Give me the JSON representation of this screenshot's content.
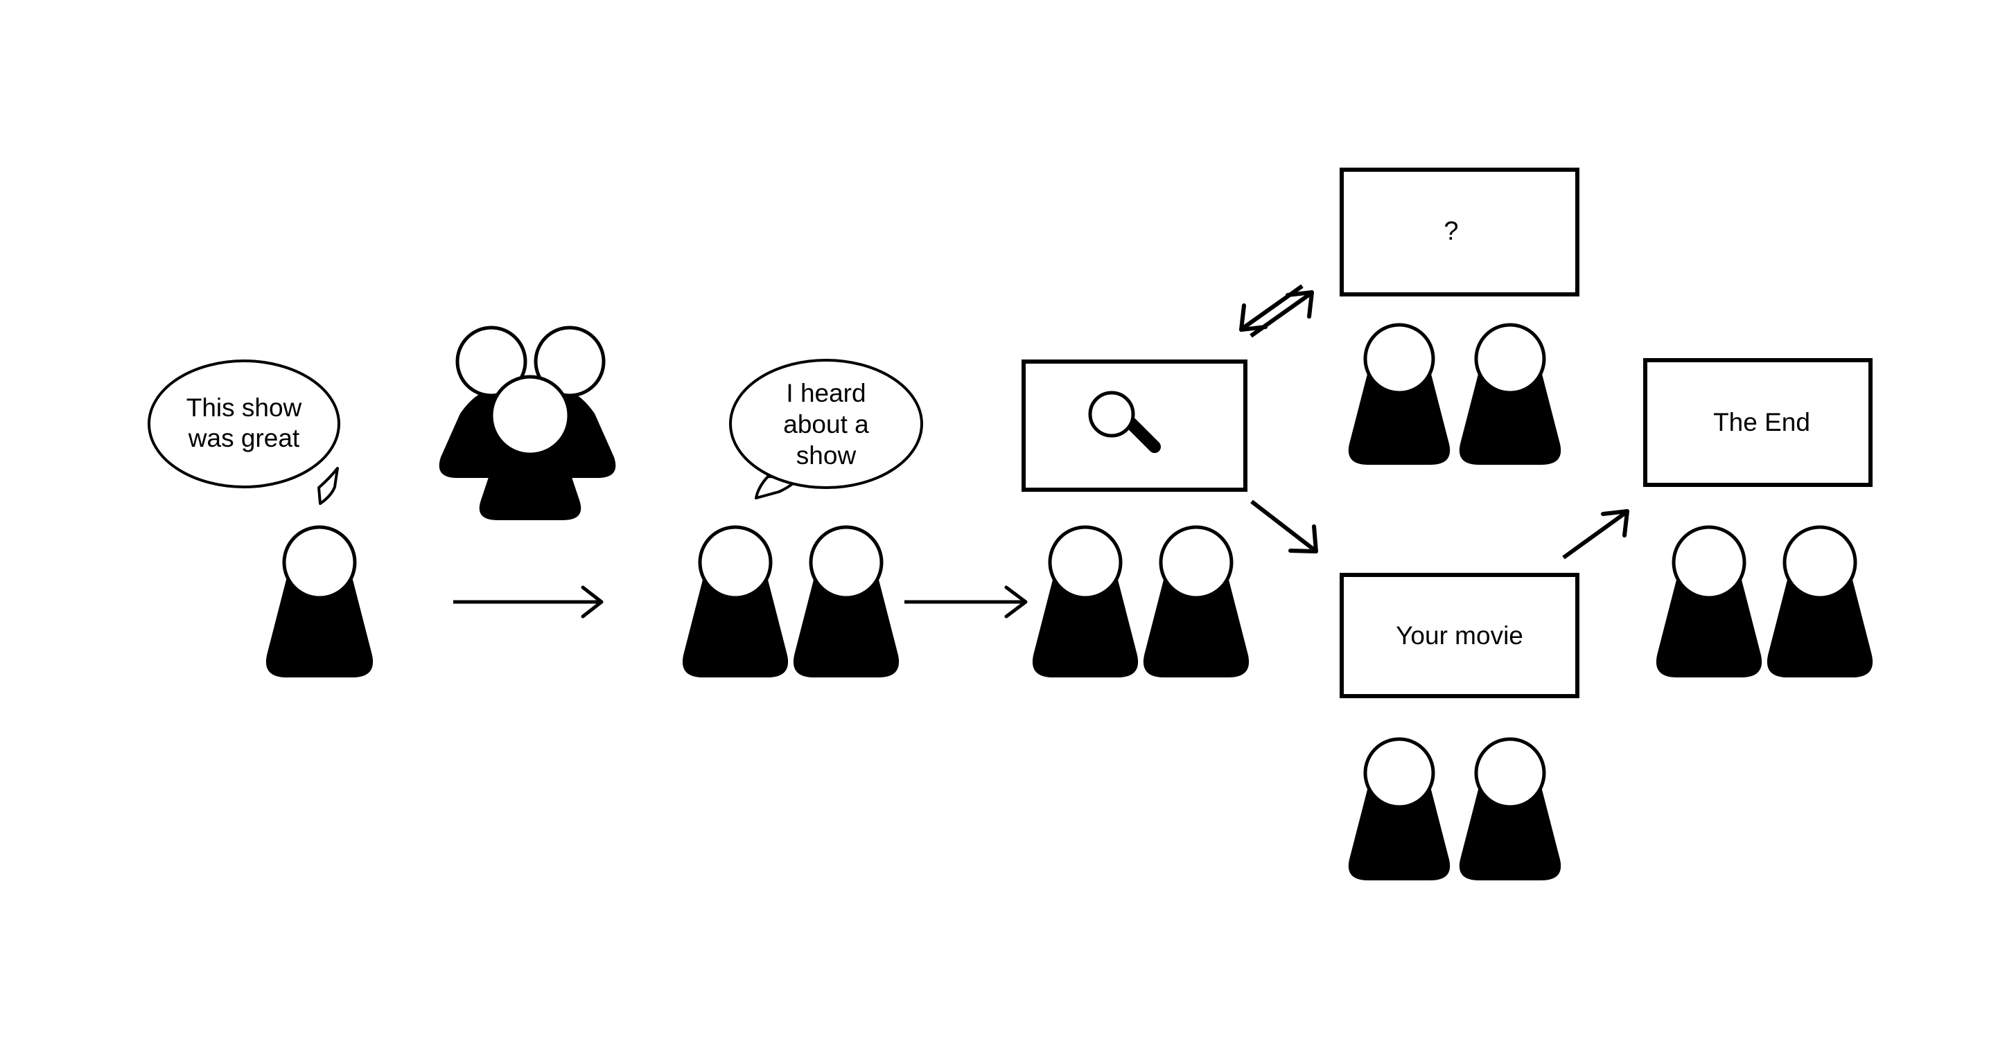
{
  "diagram": {
    "type": "storyboard",
    "title": "Word-of-mouth show discovery storyboard",
    "background_color": "#ffffff",
    "stroke_color": "#000000",
    "fill_color": "#000000",
    "panel_count": 6
  },
  "speech_bubbles": [
    {
      "id": "bubble-1",
      "text_lines": [
        "This show",
        "was great"
      ],
      "text": "This show was great",
      "tail_direction": "down-right",
      "speaker": "single-person"
    },
    {
      "id": "bubble-2",
      "text_lines": [
        "I heard",
        "about a",
        "show"
      ],
      "text": "I heard about a show",
      "tail_direction": "down-left",
      "speaker": "person-pair"
    }
  ],
  "panels": [
    {
      "id": "search-panel",
      "label": "",
      "icon": "magnifier-icon",
      "has_text": false
    },
    {
      "id": "question-panel",
      "label": "?",
      "icon": "",
      "has_text": true
    },
    {
      "id": "your-movie-panel",
      "label": "Your movie",
      "icon": "",
      "has_text": true
    },
    {
      "id": "the-end-panel",
      "label": "The End",
      "icon": "",
      "has_text": true
    }
  ],
  "people_groups": [
    {
      "id": "person-solo",
      "count": 1,
      "arrangement": "single"
    },
    {
      "id": "person-crowd",
      "count": 3,
      "arrangement": "cluster-overlap"
    },
    {
      "id": "person-pair-listen",
      "count": 2,
      "arrangement": "side-by-side"
    },
    {
      "id": "person-pair-search",
      "count": 2,
      "arrangement": "side-by-side"
    },
    {
      "id": "person-pair-question",
      "count": 2,
      "arrangement": "side-by-side"
    },
    {
      "id": "person-pair-movie",
      "count": 2,
      "arrangement": "side-by-side"
    },
    {
      "id": "person-pair-end",
      "count": 2,
      "arrangement": "side-by-side"
    }
  ],
  "arrows": [
    {
      "id": "arrow-1",
      "direction": "right",
      "style": "straight",
      "from": "person-solo",
      "to": "person-pair-listen"
    },
    {
      "id": "arrow-2",
      "direction": "right",
      "style": "straight",
      "from": "person-pair-listen",
      "to": "person-pair-search"
    },
    {
      "id": "arrow-3",
      "direction": "up-right",
      "style": "diagonal",
      "from": "search-panel",
      "to": "question-panel"
    },
    {
      "id": "arrow-4",
      "direction": "down-left",
      "style": "diagonal",
      "from": "question-panel",
      "to": "search-panel"
    },
    {
      "id": "arrow-5",
      "direction": "down-right",
      "style": "diagonal",
      "from": "search-panel",
      "to": "your-movie-panel"
    },
    {
      "id": "arrow-6",
      "direction": "up-right",
      "style": "diagonal",
      "from": "your-movie-panel",
      "to": "the-end-panel"
    }
  ]
}
